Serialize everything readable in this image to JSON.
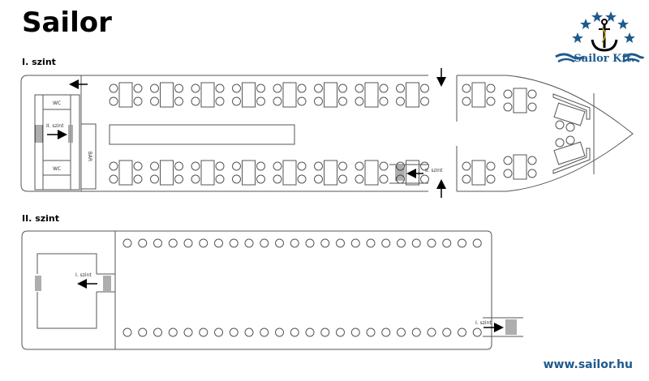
{
  "header": {
    "title": "Sailor",
    "logo_text": "Sailor Kft."
  },
  "decks": {
    "deck1": {
      "label": "I. szint",
      "wc_top": "WC",
      "wc_bottom": "WC",
      "stairs_label": "II. szint",
      "bar_label": "BÁR",
      "stairs_right_label": "II. szint",
      "tables_top_count": 8,
      "tables_bottom_count": 8
    },
    "deck2": {
      "label": "II. szint",
      "stairs_left_label": "I. szint",
      "stairs_right_label": "I. szint",
      "seats_per_row": 24
    }
  },
  "footer": {
    "url": "www.sailor.hu"
  },
  "colors": {
    "line": "#555555",
    "text": "#000000",
    "brand": "#1e5a8c",
    "anchor_gold": "#c8a020"
  }
}
